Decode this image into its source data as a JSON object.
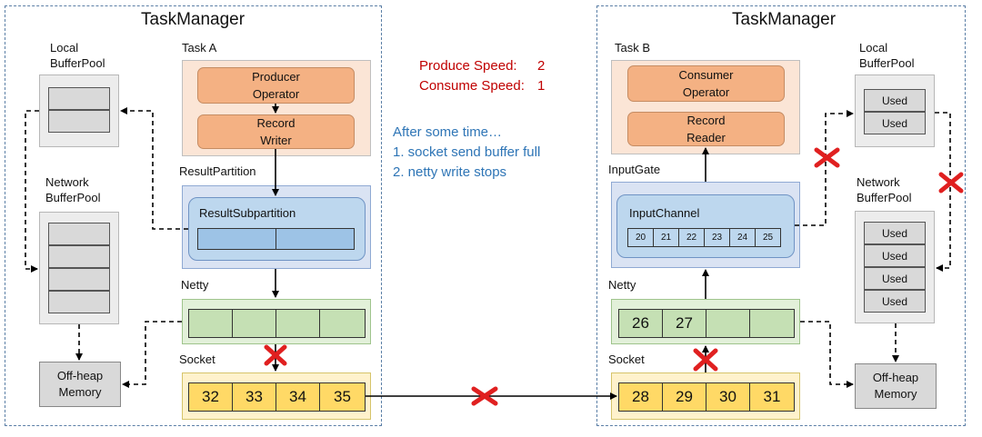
{
  "left_tm": {
    "title": "TaskManager",
    "local_pool_label": [
      "Local",
      "BufferPool"
    ],
    "network_pool_label": [
      "Network",
      "BufferPool"
    ],
    "task_label": "Task A",
    "producer_op": [
      "Producer",
      "Operator"
    ],
    "record_writer": [
      "Record",
      "Writer"
    ],
    "result_partition_label": "ResultPartition",
    "result_subpartition_label": "ResultSubpartition",
    "netty_label": "Netty",
    "socket_label": "Socket",
    "offheap": [
      "Off-heap",
      "Memory"
    ],
    "socket_cells": [
      "32",
      "33",
      "34",
      "35"
    ]
  },
  "right_tm": {
    "title": "TaskManager",
    "local_pool_label": [
      "Local",
      "BufferPool"
    ],
    "local_pool_slots": [
      "Used",
      "Used"
    ],
    "network_pool_label": [
      "Network",
      "BufferPool"
    ],
    "network_pool_slots": [
      "Used",
      "Used",
      "Used",
      "Used"
    ],
    "task_label": "Task B",
    "consumer_op": [
      "Consumer",
      "Operator"
    ],
    "record_reader": [
      "Record",
      "Reader"
    ],
    "input_gate_label": "InputGate",
    "input_channel_label": "InputChannel",
    "channel_cells": [
      "20",
      "21",
      "22",
      "23",
      "24",
      "25"
    ],
    "netty_label": "Netty",
    "netty_cells": [
      "26",
      "27",
      "",
      ""
    ],
    "socket_label": "Socket",
    "socket_cells": [
      "28",
      "29",
      "30",
      "31"
    ],
    "offheap": [
      "Off-heap",
      "Memory"
    ]
  },
  "notes": {
    "produce_label": "Produce Speed:",
    "produce_value": "2",
    "consume_label": "Consume Speed:",
    "consume_value": "1",
    "after": "After some time…",
    "items": [
      "1.   socket send buffer full",
      "2.   netty write stops"
    ]
  },
  "colors": {
    "accent_red": "#c00000",
    "accent_blue": "#2e75b6",
    "x_mark": "#e02020"
  }
}
